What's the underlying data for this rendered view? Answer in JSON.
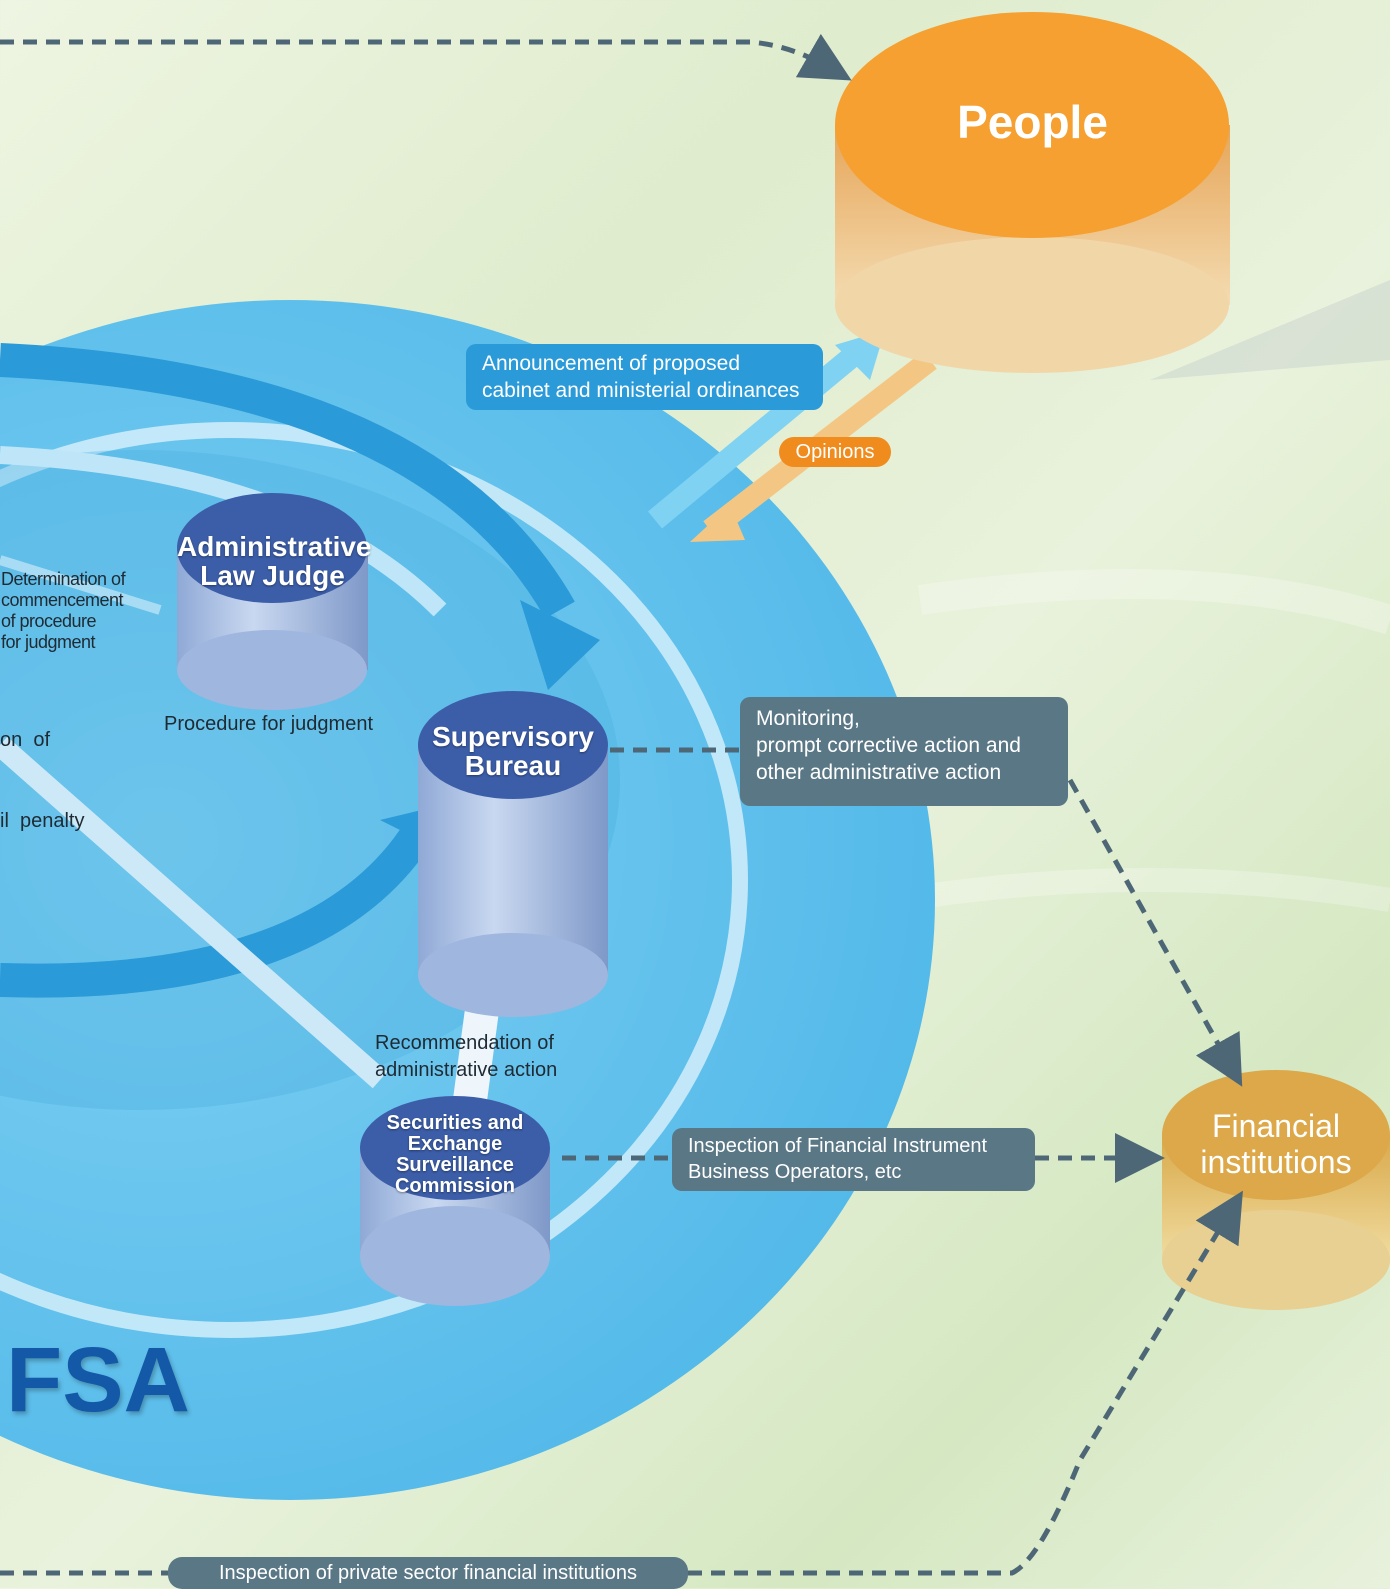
{
  "nodes": {
    "people": "People",
    "financial_institutions": [
      "Financial",
      "institutions"
    ],
    "admin_law_judge": [
      "Administrative",
      "Law Judge"
    ],
    "supervisory_bureau": [
      "Supervisory",
      "Bureau"
    ],
    "sesc": [
      "Securities and",
      "Exchange",
      "Surveillance",
      "Commission"
    ],
    "fsa": "FSA"
  },
  "labels": {
    "announcement": [
      "Announcement of proposed",
      "cabinet and ministerial ordinances"
    ],
    "opinions": "Opinions",
    "monitoring": [
      "Monitoring,",
      "prompt corrective action and",
      "other administrative action"
    ],
    "inspection_fibo": [
      "Inspection of Financial Instrument",
      "Business Operators, etc"
    ],
    "inspection_private": "Inspection of private sector financial institutions",
    "procedure_for_judgment": "Procedure for judgment",
    "recommendation": [
      "Recommendation of",
      "administrative action"
    ],
    "determination": [
      "Determination of",
      "commencement",
      "of procedure",
      "for judgment"
    ],
    "cut_off": [
      "on  of",
      "il  penalty"
    ]
  }
}
